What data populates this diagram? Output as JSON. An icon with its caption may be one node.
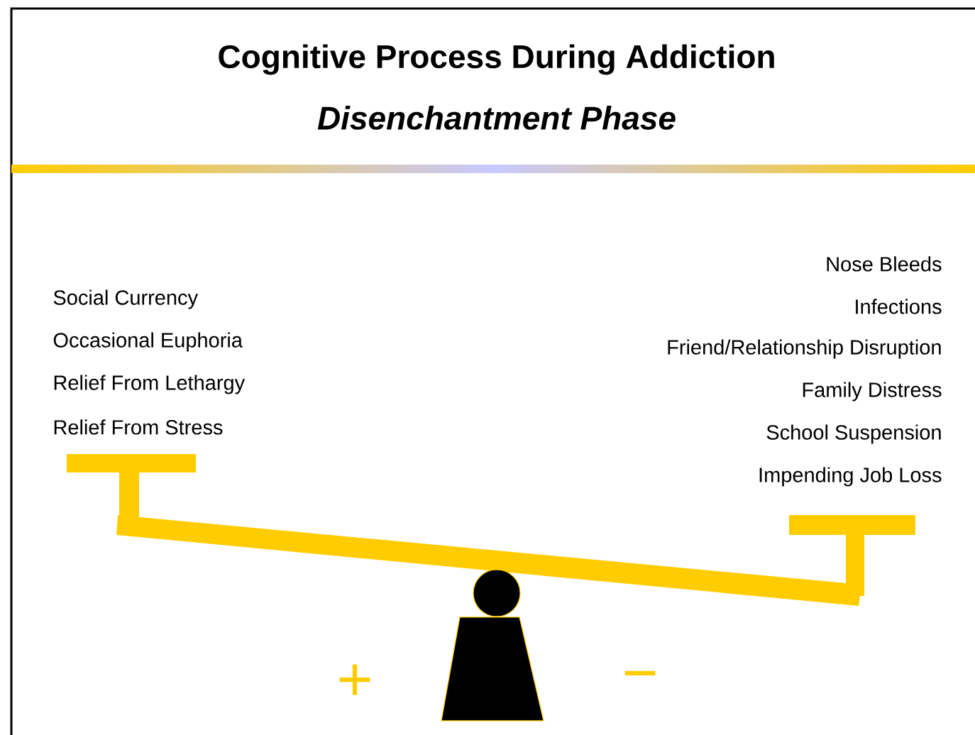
{
  "diagram": {
    "title": "Cognitive Process During Addiction",
    "labels": [
      "Disenchantment Phase",
      "Social Currency",
      "Occasional Euphoria",
      "Relief From Lethargy",
      "Relief From Stress",
      "Nose Bleeds",
      "Infections",
      "Friend/Relationship Disruption",
      "Family Distress",
      "School Suspension",
      "Impending Job Loss",
      "+",
      "−"
    ]
  }
}
